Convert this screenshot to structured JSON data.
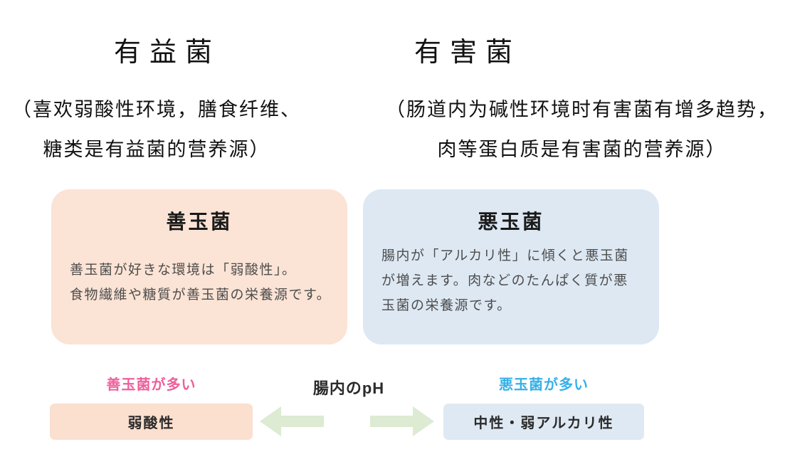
{
  "top": {
    "left": {
      "title": "有益菌",
      "desc_line1": "（喜欢弱酸性环境，膳食纤维、",
      "desc_line2": "糖类是有益菌的营养源）"
    },
    "right": {
      "title": "有害菌",
      "desc_line1": "（肠道内为碱性环境时有害菌有增多趋势，",
      "desc_line2": "肉等蛋白质是有害菌的营养源）"
    }
  },
  "cards": {
    "good": {
      "title": "善玉菌",
      "body_line1": "善玉菌が好きな環境は「弱酸性」。",
      "body_line2": "食物繊維や糖質が善玉菌の栄養源です。",
      "bg": "#fbe3d5"
    },
    "bad": {
      "title": "悪玉菌",
      "body_line1": "腸内が「アルカリ性」に傾くと悪玉菌",
      "body_line2": "が増えます。肉などのたんぱく質が悪",
      "body_line3": "玉菌の栄養源です。",
      "bg": "#dde8f3"
    }
  },
  "ph_scale": {
    "center_label": "腸内のpH",
    "left_label": "善玉菌が多い",
    "left_label_color": "#ee5f9a",
    "left_box_text": "弱酸性",
    "left_box_bg": "#fbdfcf",
    "right_label": "悪玉菌が多い",
    "right_label_color": "#35b1e8",
    "right_box_text": "中性・弱アルカリ性",
    "right_box_bg": "#dfe9f3",
    "arrow_color": "#dcebd2"
  }
}
